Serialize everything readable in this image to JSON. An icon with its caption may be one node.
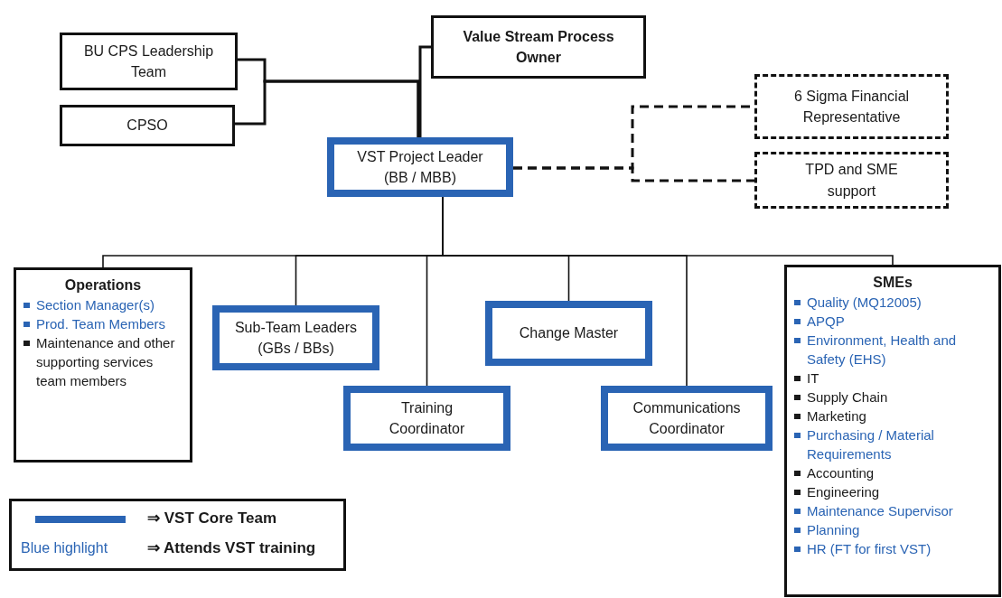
{
  "diagram": {
    "nodes": [
      {
        "text": [
          "BU CPS Leadership Team"
        ]
      },
      {
        "text": [
          "CPSO"
        ]
      },
      {
        "text": [
          "Value Stream Process Owner"
        ]
      },
      {
        "text": [
          "VST Project Leader (BB / MBB)"
        ]
      },
      {
        "text": [
          "6 Sigma Financial Representative"
        ]
      },
      {
        "text": [
          "TPD and SME support"
        ]
      },
      {
        "text": [
          "Operations",
          "Section Manager(s)",
          "Prod. Team Members",
          "Maintenance and other supporting services team members"
        ]
      },
      {
        "text": [
          "Sub-Team Leaders (GBs / BBs)"
        ]
      },
      {
        "text": [
          "Training Coordinator"
        ]
      },
      {
        "text": [
          "Change Master"
        ]
      },
      {
        "text": [
          "Communications Coordinator"
        ]
      },
      {
        "text": [
          "SMEs",
          "Quality (MQ12005)",
          "APQP",
          "Environment, Health and Safety (EHS)",
          "IT",
          "Supply Chain",
          "Marketing",
          "Purchasing / Material Requirements",
          "Accounting",
          "Engineering",
          "Maintenance Supervisor",
          "Planning",
          "HR (FT for first VST)"
        ]
      }
    ],
    "edges": [
      {
        "from": 0,
        "to": 3,
        "arrow": "none"
      },
      {
        "from": 1,
        "to": 3,
        "arrow": "none"
      },
      {
        "from": 2,
        "to": 3,
        "arrow": "none"
      },
      {
        "from": 3,
        "to": 4,
        "arrow": "none",
        "style": "dashed"
      },
      {
        "from": 3,
        "to": 5,
        "arrow": "none",
        "style": "dashed"
      },
      {
        "from": 3,
        "to": 6,
        "arrow": "none"
      },
      {
        "from": 3,
        "to": 7,
        "arrow": "none"
      },
      {
        "from": 3,
        "to": 8,
        "arrow": "none"
      },
      {
        "from": 3,
        "to": 9,
        "arrow": "none"
      },
      {
        "from": 3,
        "to": 10,
        "arrow": "none"
      },
      {
        "from": 3,
        "to": 11,
        "arrow": "none"
      }
    ],
    "labels": [
      "Blue highlight"
    ],
    "legend": [
      {
        "text": "⇒ VST Core Team"
      },
      {
        "text": "⇒ Attends VST training"
      }
    ]
  }
}
